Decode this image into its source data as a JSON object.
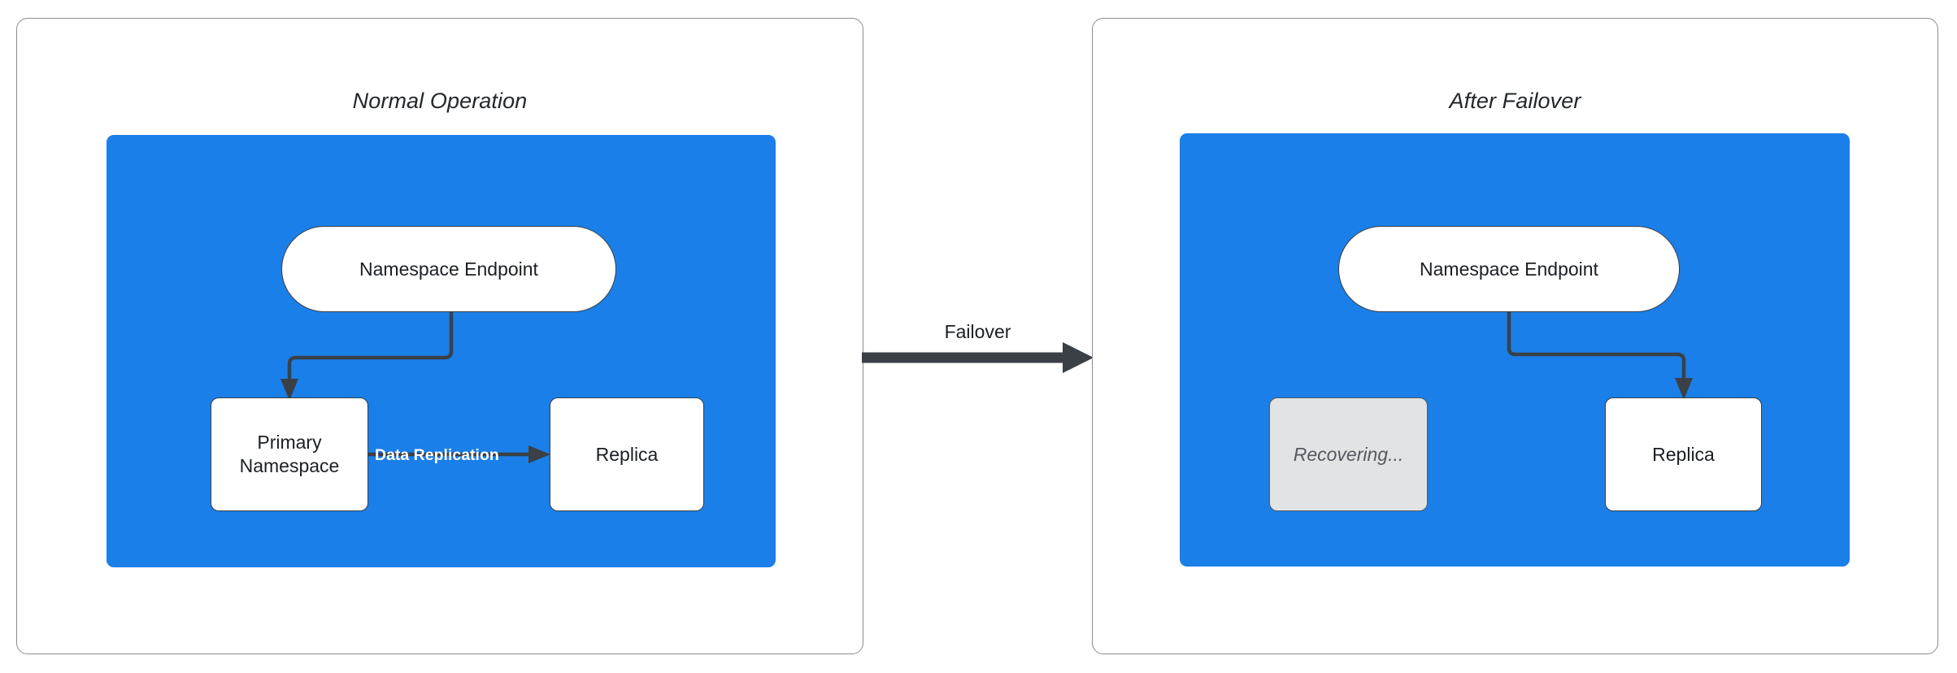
{
  "diagram": {
    "type": "architecture-failover",
    "colors": {
      "cluster_blue": "#1a7fe8",
      "panel_border": "#8c8c8c",
      "node_border": "#3b4047",
      "node_fill": "#ffffff",
      "dim_node_fill": "#e1e3e5",
      "connector": "#3b4047",
      "replication_label": "#ffffff"
    }
  },
  "panels": [
    {
      "id": "normal-operation",
      "title": "Normal Operation",
      "nodes": [
        {
          "id": "endpoint",
          "label": "Namespace Endpoint",
          "shape": "pill",
          "state": "active"
        },
        {
          "id": "primary",
          "label": "Primary\nNamespace",
          "line1": "Primary",
          "line2": "Namespace",
          "shape": "box",
          "state": "active"
        },
        {
          "id": "replica",
          "label": "Replica",
          "shape": "box",
          "state": "active"
        }
      ],
      "edges": [
        {
          "from": "endpoint",
          "to": "primary",
          "label": "",
          "style": "elbow-arrow"
        },
        {
          "from": "primary",
          "to": "replica",
          "label": "Data Replication",
          "style": "straight-arrow"
        }
      ]
    },
    {
      "id": "after-failover",
      "title": "After Failover",
      "nodes": [
        {
          "id": "endpoint",
          "label": "Namespace Endpoint",
          "shape": "pill",
          "state": "active"
        },
        {
          "id": "recovering",
          "label": "Recovering...",
          "shape": "box",
          "state": "dimmed"
        },
        {
          "id": "replica",
          "label": "Replica",
          "shape": "box",
          "state": "active"
        }
      ],
      "edges": [
        {
          "from": "endpoint",
          "to": "replica",
          "label": "",
          "style": "elbow-arrow"
        }
      ]
    }
  ],
  "transition": {
    "label": "Failover",
    "direction": "left-to-right"
  }
}
